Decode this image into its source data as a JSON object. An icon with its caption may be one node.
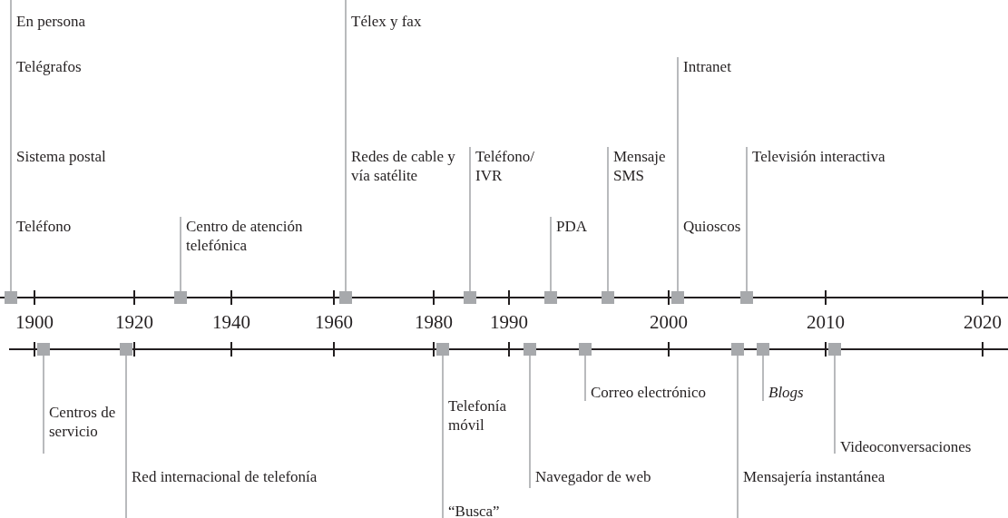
{
  "diagram": {
    "nodes": [
      {
        "text": [
          "En persona"
        ]
      },
      {
        "text": [
          "Telégrafos"
        ]
      },
      {
        "text": [
          "Sistema postal"
        ]
      },
      {
        "text": [
          "Teléfono"
        ]
      },
      {
        "text": [
          "Centro de atención telefónica"
        ]
      },
      {
        "text": [
          "Télex y fax"
        ]
      },
      {
        "text": [
          "Redes de cable y vía satélite"
        ]
      },
      {
        "text": [
          "Teléfono/ IVR"
        ]
      },
      {
        "text": [
          "PDA"
        ]
      },
      {
        "text": [
          "Mensaje SMS"
        ]
      },
      {
        "text": [
          "Intranet"
        ]
      },
      {
        "text": [
          "Quioscos"
        ]
      },
      {
        "text": [
          "Televisión interactiva"
        ]
      },
      {
        "text": [
          "Centros de servicio"
        ]
      },
      {
        "text": [
          "Red internacional de telefonía"
        ]
      },
      {
        "text": [
          "Telefonía móvil"
        ]
      },
      {
        "text": [
          "“Busca”"
        ]
      },
      {
        "text": [
          "Navegador de web"
        ]
      },
      {
        "text": [
          "Correo electrónico"
        ]
      },
      {
        "text": [
          "Blogs"
        ]
      },
      {
        "text": [
          "Videoconversaciones"
        ]
      },
      {
        "text": [
          "Mensajería instantánea"
        ]
      },
      {
        "text": [],
        "shape": "box"
      },
      {
        "text": [],
        "shape": "box"
      },
      {
        "text": [],
        "shape": "box"
      },
      {
        "text": [],
        "shape": "box"
      },
      {
        "text": [],
        "shape": "box"
      },
      {
        "text": [],
        "shape": "box"
      },
      {
        "text": [],
        "shape": "box"
      },
      {
        "text": [],
        "shape": "box"
      },
      {
        "text": [],
        "shape": "box"
      },
      {
        "text": [],
        "shape": "box"
      },
      {
        "text": [],
        "shape": "box"
      },
      {
        "text": [],
        "shape": "box"
      },
      {
        "text": [],
        "shape": "box"
      },
      {
        "text": [],
        "shape": "box"
      },
      {
        "text": [],
        "shape": "box"
      },
      {
        "text": [],
        "shape": "box"
      }
    ],
    "edges": [
      {
        "from": 0,
        "to": 1,
        "arrow": "none"
      },
      {
        "from": 1,
        "to": 2,
        "arrow": "none"
      },
      {
        "from": 2,
        "to": 3,
        "arrow": "none"
      },
      {
        "from": 3,
        "to": 22,
        "arrow": "none"
      },
      {
        "from": 4,
        "to": 23,
        "arrow": "none"
      },
      {
        "from": 5,
        "to": 6,
        "arrow": "none"
      },
      {
        "from": 6,
        "to": 24,
        "arrow": "none"
      },
      {
        "from": 7,
        "to": 25,
        "arrow": "none"
      },
      {
        "from": 8,
        "to": 26,
        "arrow": "none"
      },
      {
        "from": 9,
        "to": 27,
        "arrow": "none"
      },
      {
        "from": 10,
        "to": 11,
        "arrow": "none"
      },
      {
        "from": 11,
        "to": 28,
        "arrow": "none"
      },
      {
        "from": 12,
        "to": 29,
        "arrow": "none"
      },
      {
        "from": 30,
        "to": 13,
        "arrow": "none"
      },
      {
        "from": 31,
        "to": 14,
        "arrow": "none"
      },
      {
        "from": 32,
        "to": 15,
        "arrow": "none"
      },
      {
        "from": 15,
        "to": 16,
        "arrow": "none"
      },
      {
        "from": 33,
        "to": 17,
        "arrow": "none"
      },
      {
        "from": 34,
        "to": 18,
        "arrow": "none"
      },
      {
        "from": 35,
        "to": 21,
        "arrow": "none"
      },
      {
        "from": 36,
        "to": 19,
        "arrow": "none"
      },
      {
        "from": 37,
        "to": 20,
        "arrow": "none"
      }
    ],
    "labels": [
      "1900",
      "1920",
      "1940",
      "1960",
      "1980",
      "1990",
      "2000",
      "2010",
      "2020"
    ]
  }
}
